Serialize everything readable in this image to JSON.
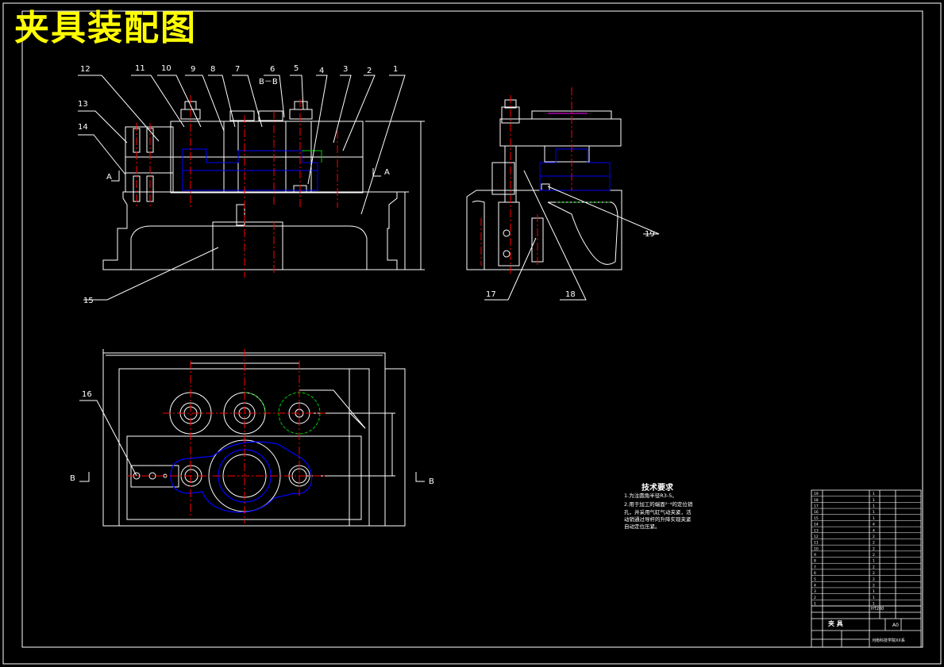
{
  "title": "夹具装配图",
  "section_label": "B－B",
  "cut_labels": {
    "a_left": "A",
    "a_right": "A",
    "b_left": "B",
    "b_right": "B"
  },
  "balloons": [
    "12",
    "11",
    "10",
    "9",
    "8",
    "7",
    "6",
    "5",
    "4",
    "3",
    "2",
    "1",
    "13",
    "14",
    "15",
    "16",
    "17",
    "18",
    "19"
  ],
  "tech_requirements": {
    "title": "技术要求",
    "lines": [
      "1.为注圆角半径R3-5。",
      "2.用于加工的端面²⁻⁴的定位销",
      "孔，并采用气缸气动夹紧，活",
      "动销通过导杆的升降实现夹紧",
      "自动定位压紧。"
    ]
  },
  "title_block": {
    "part_rows": [
      {
        "no": "19",
        "name": "",
        "qty": "1"
      },
      {
        "no": "18",
        "name": "",
        "qty": "1"
      },
      {
        "no": "17",
        "name": "",
        "qty": "1"
      },
      {
        "no": "16",
        "name": "",
        "qty": "1"
      },
      {
        "no": "15",
        "name": "",
        "qty": "1"
      },
      {
        "no": "14",
        "name": "",
        "qty": "4"
      },
      {
        "no": "13",
        "name": "",
        "qty": "4"
      },
      {
        "no": "12",
        "name": "",
        "qty": "2"
      },
      {
        "no": "11",
        "name": "",
        "qty": "2"
      },
      {
        "no": "10",
        "name": "",
        "qty": "2"
      },
      {
        "no": "9",
        "name": "",
        "qty": "2"
      },
      {
        "no": "8",
        "name": "",
        "qty": "1"
      },
      {
        "no": "7",
        "name": "",
        "qty": "2"
      },
      {
        "no": "6",
        "name": "",
        "qty": "2"
      },
      {
        "no": "5",
        "name": "",
        "qty": "2"
      },
      {
        "no": "4",
        "name": "",
        "qty": "2"
      },
      {
        "no": "3",
        "name": "",
        "qty": "1"
      },
      {
        "no": "2",
        "name": "",
        "qty": "1"
      },
      {
        "no": "1",
        "name": "",
        "qty": "1"
      }
    ],
    "material": "HT200",
    "drawing_name": "夹 具",
    "sheet_size": "A0",
    "school": "河南科技学院XX系"
  },
  "colors": {
    "line": "#ffffff",
    "center": "#ff0000",
    "hidden": "#0000ff",
    "green": "#00cc00",
    "title": "#ffff00",
    "magenta": "#ff00ff"
  }
}
